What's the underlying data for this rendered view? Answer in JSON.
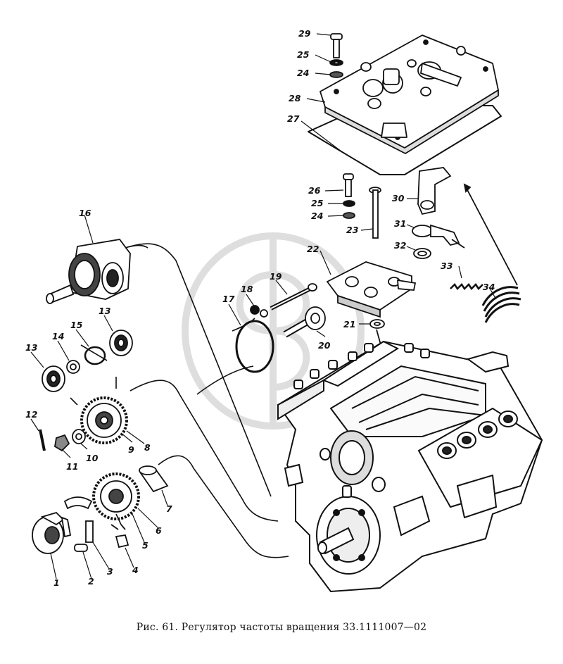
{
  "caption": "Рис. 61. Регулятор частоты вращения 33.1111007—02",
  "callouts": [
    "29",
    "25",
    "24",
    "28",
    "27",
    "26",
    "25",
    "24",
    "23",
    "30",
    "31",
    "32",
    "33",
    "34",
    "22",
    "16",
    "19",
    "18",
    "17",
    "21",
    "20",
    "13",
    "15",
    "14",
    "13",
    "12",
    "11",
    "10",
    "9",
    "8",
    "7",
    "6",
    "5",
    "4",
    "3",
    "2",
    "1"
  ]
}
